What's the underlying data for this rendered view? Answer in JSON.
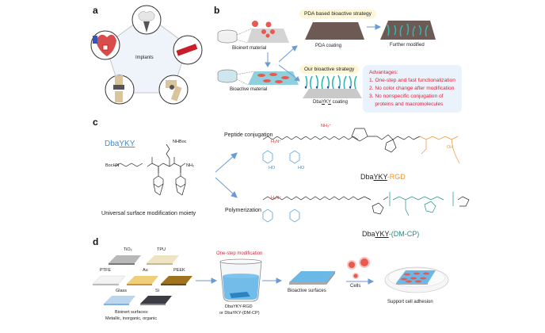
{
  "panels": {
    "a": {
      "label": "a",
      "center_label": "Implants",
      "implants": [
        "dental-implant",
        "vascular-stent",
        "hip-implant",
        "knee-implant",
        "cardiac-device"
      ]
    },
    "b": {
      "label": "b",
      "bioinert_label": "Bioinert material",
      "bioactive_label": "Bioactive material",
      "pda_strategy": "PDA based bioactive strategy",
      "pda_coating": "PDA coating",
      "further_modified": "Further modified",
      "our_strategy": "Our  bioactive strategy",
      "dba_coating_prefix": "Dba",
      "dba_coating_y1": "Y",
      "dba_coating_k": "K",
      "dba_coating_y2": "Y",
      "dba_coating_suffix": " coating",
      "advantages_title": "Advantages:",
      "advantages": [
        "1. One-step and fast functionalization",
        "2. No color change after modification",
        "3. No nonspecific conjugation of",
        "    proteins and macromolecules"
      ]
    },
    "c": {
      "label": "c",
      "moiety_name_prefix": "Dba",
      "moiety_name_ykY": "YKY",
      "moiety_caption": "Universal surface modification moiety",
      "boc_top": "NHBoc",
      "boc_left": "BocHN",
      "nh2": "NH₂",
      "peptide_conjugation": "Peptide conjugation",
      "polymerization": "Polymerization",
      "product1_prefix": "Dba",
      "product1_ykY": "YKY",
      "product1_suffix": "-RGD",
      "product2_prefix": "Dba",
      "product2_ykY": "YKY",
      "product2_suffix": "-(DM-CP)",
      "h3n": "H₃N⁺",
      "nh3": "NH₃⁺",
      "oh": "OH",
      "ho": "HO"
    },
    "d": {
      "label": "d",
      "materials": [
        "TiO₂",
        "TPU",
        "PTFE",
        "Au",
        "PEEK",
        "Glass",
        "Si"
      ],
      "bioinert_caption_1": "Bioinert surfaces:",
      "bioinert_caption_2": "Metallic, inorganic, organic",
      "one_step": "One-step modification",
      "reagent_1": "DbaYKY-RGD",
      "reagent_2": "or DbaYKY-(DM-CP)",
      "bioactive_surfaces": "Bioactive surfaces",
      "cells": "Cells",
      "support": "Support cell adhesion"
    }
  },
  "colors": {
    "blue_accent": "#3a8fd8",
    "orange_rgd": "#f0932b",
    "teal_dmcp": "#1f8f86",
    "red_text": "#d9233a",
    "arrow": "#6b9bd6",
    "pda_brown": "#6e5a55",
    "cell_red": "#e8594f"
  }
}
